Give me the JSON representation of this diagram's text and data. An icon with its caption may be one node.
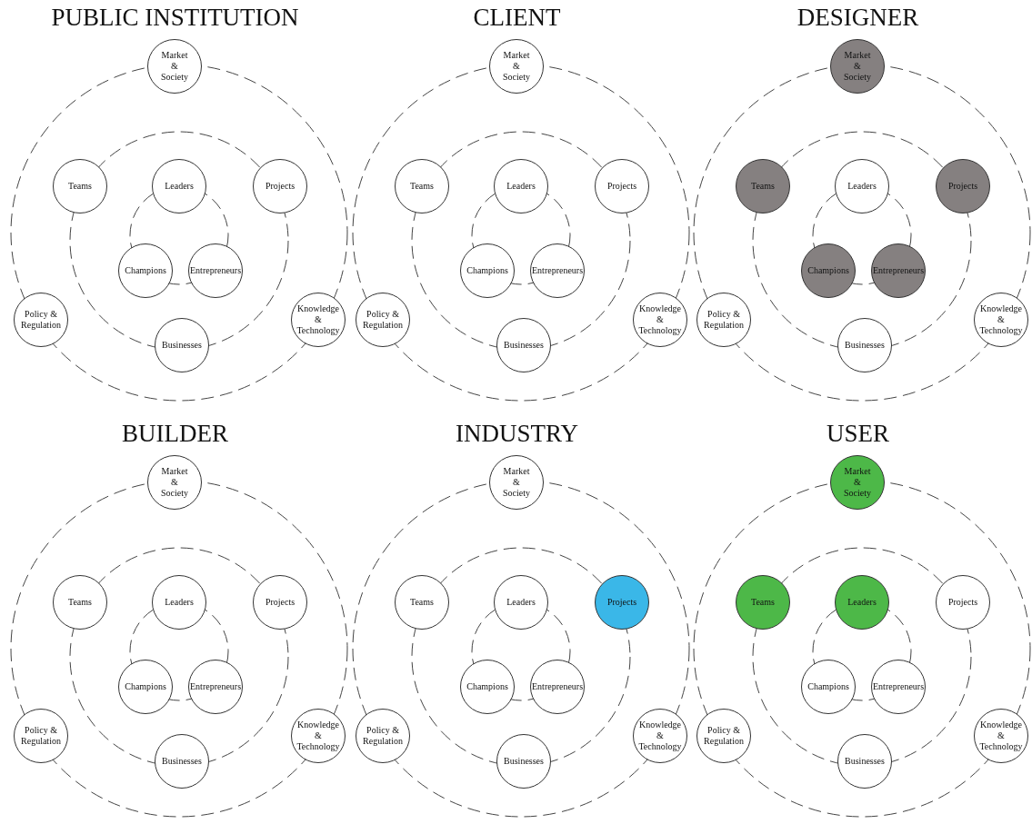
{
  "diagram": {
    "nodes": [
      {
        "text": [
          "Market & Society"
        ]
      },
      {
        "text": [
          "Teams"
        ]
      },
      {
        "text": [
          "Leaders"
        ]
      },
      {
        "text": [
          "Projects"
        ]
      },
      {
        "text": [
          "Champions"
        ]
      },
      {
        "text": [
          "Entrepreneurs"
        ]
      },
      {
        "text": [
          "Policy & Regulation"
        ]
      },
      {
        "text": [
          "Knowledge & Technology"
        ]
      },
      {
        "text": [
          "Businesses"
        ]
      },
      {
        "text": [
          "Market & Society"
        ]
      },
      {
        "text": [
          "Teams"
        ]
      },
      {
        "text": [
          "Leaders"
        ]
      },
      {
        "text": [
          "Projects"
        ]
      },
      {
        "text": [
          "Champions"
        ]
      },
      {
        "text": [
          "Entrepreneurs"
        ]
      },
      {
        "text": [
          "Policy & Regulation"
        ]
      },
      {
        "text": [
          "Knowledge & Technology"
        ]
      },
      {
        "text": [
          "Businesses"
        ]
      },
      {
        "text": [
          "Market & Society"
        ]
      },
      {
        "text": [
          "Teams"
        ]
      },
      {
        "text": [
          "Leaders"
        ]
      },
      {
        "text": [
          "Projects"
        ]
      },
      {
        "text": [
          "Champions"
        ]
      },
      {
        "text": [
          "Entrepreneurs"
        ]
      },
      {
        "text": [
          "Policy & Regulation"
        ]
      },
      {
        "text": [
          "Knowledge & Technology"
        ]
      },
      {
        "text": [
          "Businesses"
        ]
      },
      {
        "text": [
          "Market & Society"
        ]
      },
      {
        "text": [
          "Teams"
        ]
      },
      {
        "text": [
          "Leaders"
        ]
      },
      {
        "text": [
          "Projects"
        ]
      },
      {
        "text": [
          "Champions"
        ]
      },
      {
        "text": [
          "Entrepreneurs"
        ]
      },
      {
        "text": [
          "Policy & Regulation"
        ]
      },
      {
        "text": [
          "Knowledge & Technology"
        ]
      },
      {
        "text": [
          "Businesses"
        ]
      },
      {
        "text": [
          "Market & Society"
        ]
      },
      {
        "text": [
          "Teams"
        ]
      },
      {
        "text": [
          "Leaders"
        ]
      },
      {
        "text": [
          "Projects"
        ]
      },
      {
        "text": [
          "Champions"
        ]
      },
      {
        "text": [
          "Entrepreneurs"
        ]
      },
      {
        "text": [
          "Policy & Regulation"
        ]
      },
      {
        "text": [
          "Knowledge & Technology"
        ]
      },
      {
        "text": [
          "Businesses"
        ]
      },
      {
        "text": [
          "Market & Society"
        ]
      },
      {
        "text": [
          "Teams"
        ]
      },
      {
        "text": [
          "Leaders"
        ]
      },
      {
        "text": [
          "Projects"
        ]
      },
      {
        "text": [
          "Champions"
        ]
      },
      {
        "text": [
          "Entrepreneurs"
        ]
      },
      {
        "text": [
          "Policy & Regulation"
        ]
      },
      {
        "text": [
          "Knowledge & Technology"
        ]
      },
      {
        "text": [
          "Businesses"
        ]
      }
    ],
    "labels": [
      "PUBLIC INSTITUTION",
      "CLIENT",
      "DESIGNER",
      "BUILDER",
      "INDUSTRY",
      "USER"
    ]
  }
}
